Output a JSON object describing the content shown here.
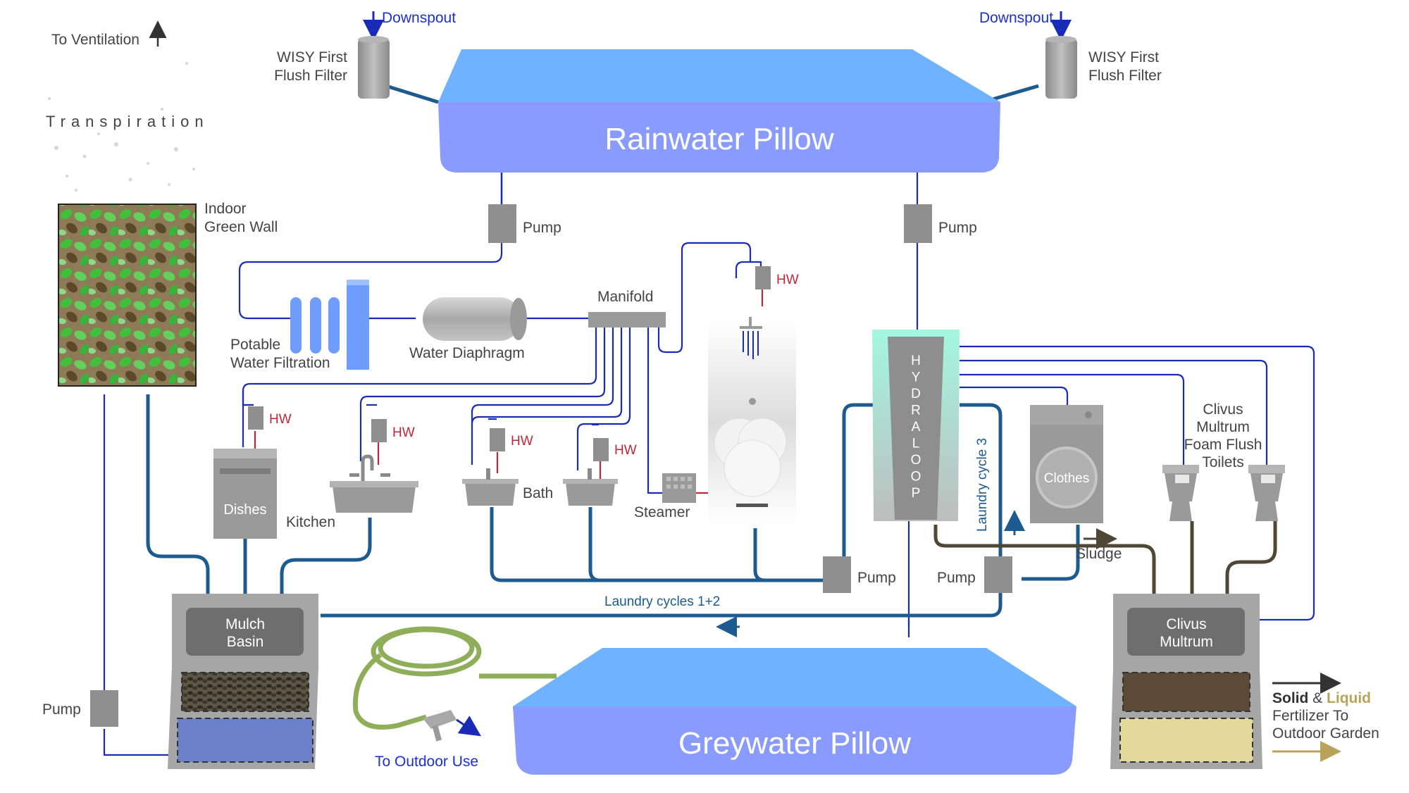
{
  "labels": {
    "to_ventilation": "To Ventilation",
    "transpiration": "Transpiration",
    "downspout_left": "Downspout",
    "downspout_right": "Downspout",
    "wisy_left": [
      "WISY First",
      "Flush Filter"
    ],
    "wisy_right": [
      "WISY First",
      "Flush Filter"
    ],
    "rainwater_pillow": "Rainwater Pillow",
    "greywater_pillow": "Greywater Pillow",
    "green_wall": [
      "Indoor",
      "Green Wall"
    ],
    "pump": "Pump",
    "potable_filtration": [
      "Potable",
      "Water Filtration"
    ],
    "water_diaphragm": "Water Diaphragm",
    "manifold": "Manifold",
    "hw": "HW",
    "dishes": "Dishes",
    "kitchen": "Kitchen",
    "bath": "Bath",
    "steamer": "Steamer",
    "hydraloop": "HYDRALOOP",
    "laundry_cycle_3": "Laundry cycle 3",
    "clothes": "Clothes",
    "clivus_toilets": [
      "Clivus",
      "Multrum",
      "Foam Flush",
      "Toilets"
    ],
    "sludge": "Sludge",
    "laundry_cycles_12": "Laundry cycles 1+2",
    "mulch_basin": [
      "Mulch",
      "Basin"
    ],
    "clivus_multrum": [
      "Clivus",
      "Multrum"
    ],
    "to_outdoor_use": "To Outdoor Use",
    "fertilizer_solid": "Solid",
    "fertilizer_amp": " & ",
    "fertilizer_liquid": "Liquid",
    "fertilizer_rest": [
      "Fertilizer To",
      "Outdoor Garden"
    ]
  },
  "colors": {
    "pillow_top": "#6fb2ff",
    "pillow_body": "#8a9bff",
    "pipe_dark": "#1c5a8f",
    "pipe_thin": "#1a2bb8",
    "hot_water": "#c0283a",
    "sludge": "#4f4636",
    "hydraloop_top": "#a3f7e0",
    "liquid": "#b9a35b"
  }
}
